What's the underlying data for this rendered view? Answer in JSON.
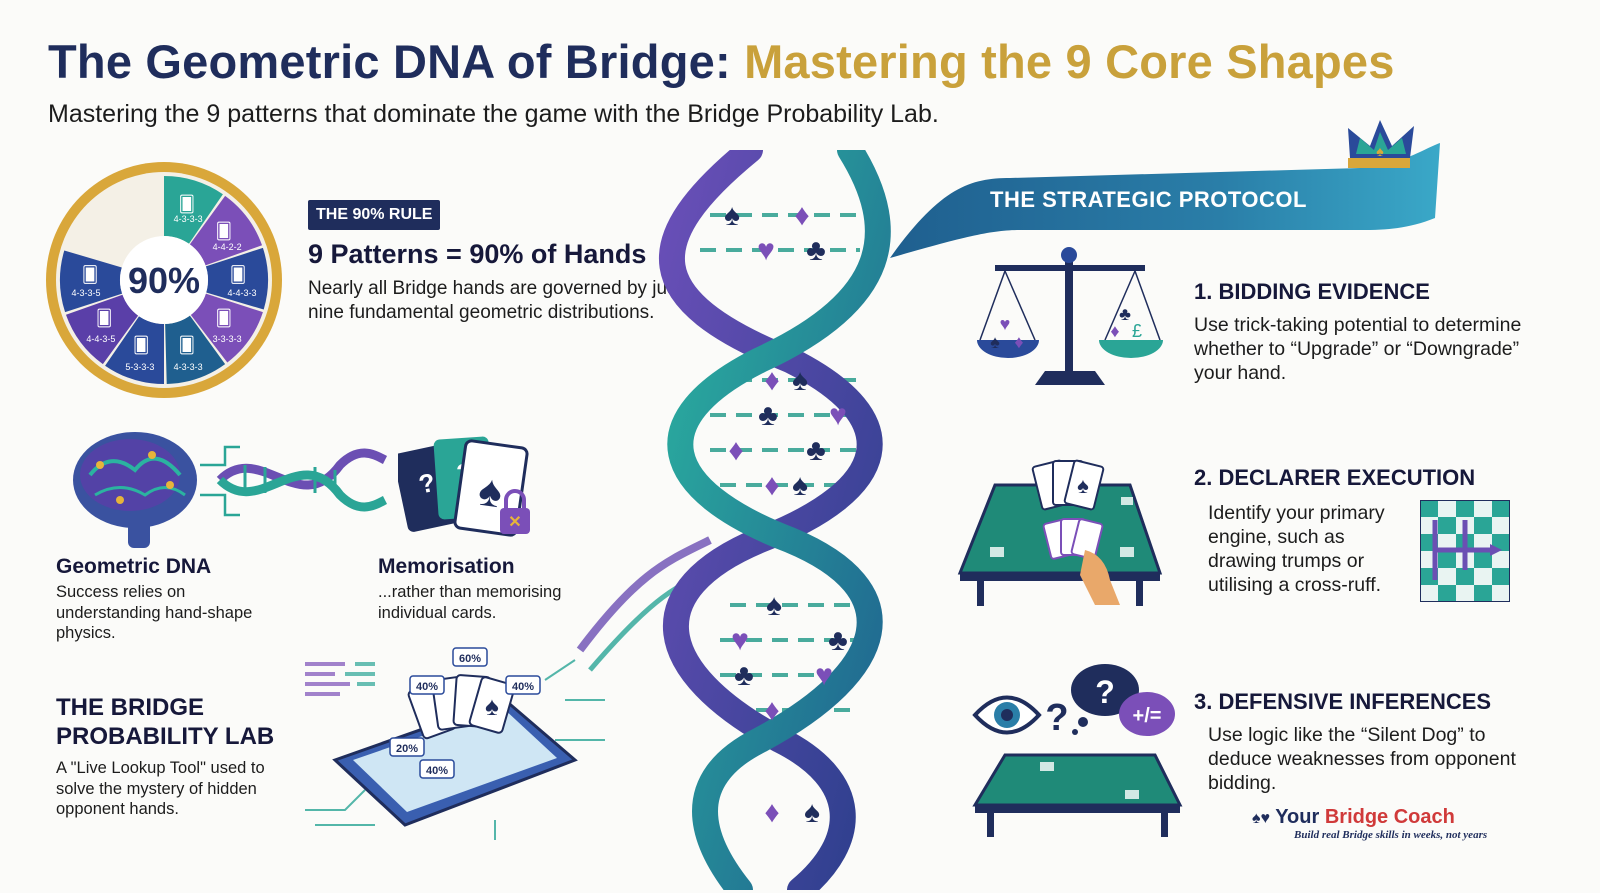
{
  "header": {
    "title_part1": "The Geometric DNA of Bridge:",
    "title_part2": "Mastering the 9 Core Shapes",
    "subtitle": "Mastering the 9 patterns that dominate the game with the Bridge Probability Lab."
  },
  "wheel": {
    "center": "90%",
    "segments": [
      "4-3-3-3",
      "4-4-2-2",
      "4-4-3-3",
      "3-3-3-3",
      "4-3-3-3",
      "5-3-3-3",
      "4-4-3-5",
      "4-3-3-5"
    ]
  },
  "rule": {
    "badge": "THE 90% RULE",
    "heading": "9 Patterns = 90% of Hands",
    "body": "Nearly all Bridge hands are governed by just nine fundamental geometric distributions."
  },
  "features": {
    "dna": {
      "title": "Geometric DNA",
      "body": "Success relies on understanding hand-shape physics."
    },
    "memo": {
      "title": "Memorisation",
      "body": "...rather than memorising individual cards."
    }
  },
  "lab": {
    "title": "THE BRIDGE PROBABILITY LAB",
    "body": "A \"Live Lookup Tool\" used to solve the mystery of hidden opponent hands.",
    "chips": [
      "60%",
      "40%",
      "40%",
      "20%",
      "40%"
    ]
  },
  "protocol": {
    "banner": "THE STRATEGIC PROTOCOL",
    "steps": [
      {
        "title": "1. BIDDING EVIDENCE",
        "body": "Use trick-taking potential to determine whether to “Upgrade” or “Downgrade” your hand."
      },
      {
        "title": "2. DECLARER EXECUTION",
        "body": "Identify your primary engine, such as drawing trumps or utilising a cross-ruff."
      },
      {
        "title": "3. DEFENSIVE INFERENCES",
        "body": "Use logic like the “Silent Dog” to deduce weaknesses from opponent bidding."
      }
    ],
    "thought_glyphs": [
      "?",
      "?",
      "+/="
    ]
  },
  "brand": {
    "name_part1": "Your",
    "name_part2": "Bridge Coach",
    "tagline": "Build real Bridge skills in weeks, not years"
  },
  "colors": {
    "navy": "#1f2d5c",
    "gold": "#c9a13b",
    "teal": "#1f9e8f",
    "purple": "#7b4fb8",
    "red": "#d03a3a"
  }
}
